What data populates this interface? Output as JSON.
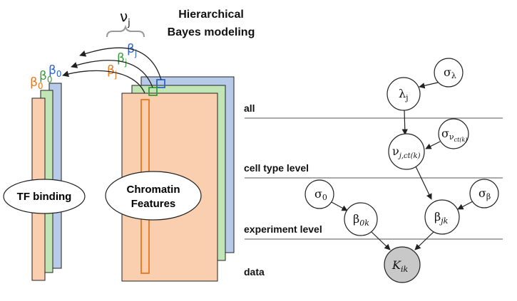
{
  "title": {
    "line1": "Hierarchical",
    "line2": "Bayes modeling"
  },
  "nu_label": {
    "base": "ν",
    "sub": "j"
  },
  "stack_params": {
    "beta0": {
      "base": "β",
      "sub": "0"
    },
    "betaj": {
      "base": "β",
      "sub": "j"
    }
  },
  "ellipses": {
    "tf": "TF binding",
    "chromatin_line1": "Chromatin",
    "chromatin_line2": "Features"
  },
  "levels": {
    "all": "all",
    "cell_type": "cell type level",
    "experiment": "experiment level",
    "data": "data"
  },
  "nodes": {
    "sigma_lambda": {
      "base": "σ",
      "sub": "λ"
    },
    "lambda": {
      "base": "λ",
      "sub": "j"
    },
    "sigma_nu": {
      "base": "σ",
      "sub": "ν",
      "subsub": "ct(k)"
    },
    "nu": {
      "base": "ν",
      "sub": "j,ct(k)"
    },
    "sigma_0": {
      "base": "σ",
      "sub": "0"
    },
    "sigma_beta": {
      "base": "σ",
      "sub": "β"
    },
    "beta_0k": {
      "base": "β",
      "sub": "0k"
    },
    "beta_jk": {
      "base": "β",
      "sub": "jk"
    },
    "K": {
      "base": "K",
      "sub": "ik"
    }
  },
  "colors": {
    "orange_fill": "#f9cfb0",
    "orange_stroke": "#e8761f",
    "green_fill": "#c2e5b5",
    "green_stroke": "#3b9b3b",
    "blue_fill": "#b7cbe8",
    "blue_stroke": "#2f63c9",
    "observed_node": "#c8c8c8"
  }
}
